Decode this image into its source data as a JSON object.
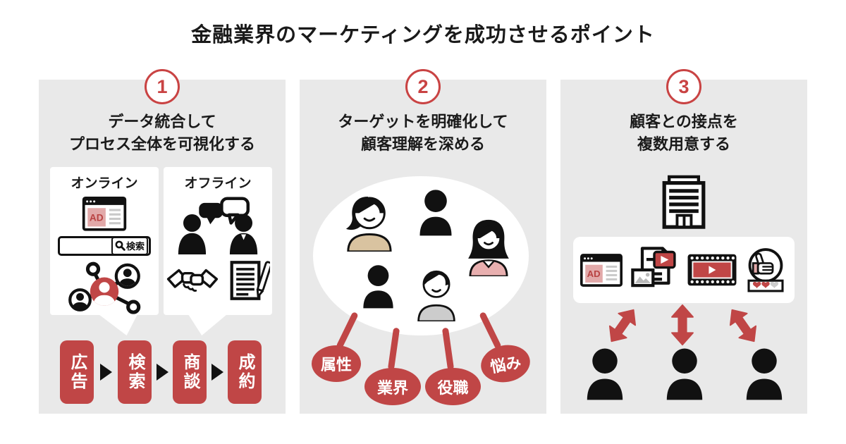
{
  "title": "金融業界のマーケティングを成功させるポイント",
  "colors": {
    "accent_red": "#c04646",
    "panel_bg": "#e9e9e9"
  },
  "panels": [
    {
      "number": "1",
      "heading": [
        "データ統合して",
        "プロセス全体を可視化する"
      ],
      "online": {
        "label": "オンライン",
        "ad": "AD",
        "search": "検索"
      },
      "offline": {
        "label": "オフライン"
      },
      "flow": [
        "広告",
        "検索",
        "商談",
        "成約"
      ]
    },
    {
      "number": "2",
      "heading": [
        "ターゲットを明確化して",
        "顧客理解を深める"
      ],
      "tags": [
        "属性",
        "業界",
        "役職",
        "悩み"
      ]
    },
    {
      "number": "3",
      "heading": [
        "顧客との接点を",
        "複数用意する"
      ],
      "ad": "AD"
    }
  ]
}
